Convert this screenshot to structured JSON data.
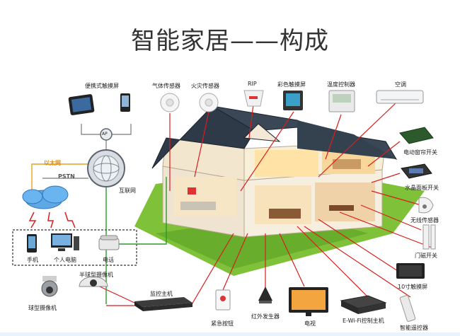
{
  "title": "智能家居——构成",
  "labels": {
    "touch_screen_portable": "便携式触摸屏",
    "gas_sensor": "气体传感器",
    "fire_sensor": "火灾传感器",
    "rip": "RIP",
    "color_touch_screen": "彩色触摸屏",
    "temp_controller": "温度控制器",
    "air_conditioner": "空调",
    "curtain_switch": "电动窗帘开关",
    "crystal_panel_switch": "水晶面板开关",
    "wireless_sensor": "无线传感器",
    "door_sensor": "门磁开关",
    "touch_screen_10": "10寸触摸屏",
    "smart_remote": "智能遥控器",
    "tv": "电视",
    "ewifi_host": "E-Wi-Fi控制主机",
    "ir_transmitter": "红外发生器",
    "emergency_button": "紧急按钮",
    "monitor_host": "监控主机",
    "sphere_camera": "球型摄像机",
    "hemisphere_camera": "半球型摄像机",
    "phone": "手机",
    "pc": "个人电脑",
    "telephone": "电话",
    "internet": "互联网",
    "pstn": "PSTN",
    "ethernet": "以太网",
    "ap": "AP"
  },
  "colors": {
    "line_red": "#d81e1e",
    "line_orange": "#f0a020",
    "line_green": "#2c9a2c",
    "line_gray": "#7a7a7a",
    "roof": "#2e3a48",
    "wall": "#f3ece0",
    "grass": "#7fc23a"
  }
}
